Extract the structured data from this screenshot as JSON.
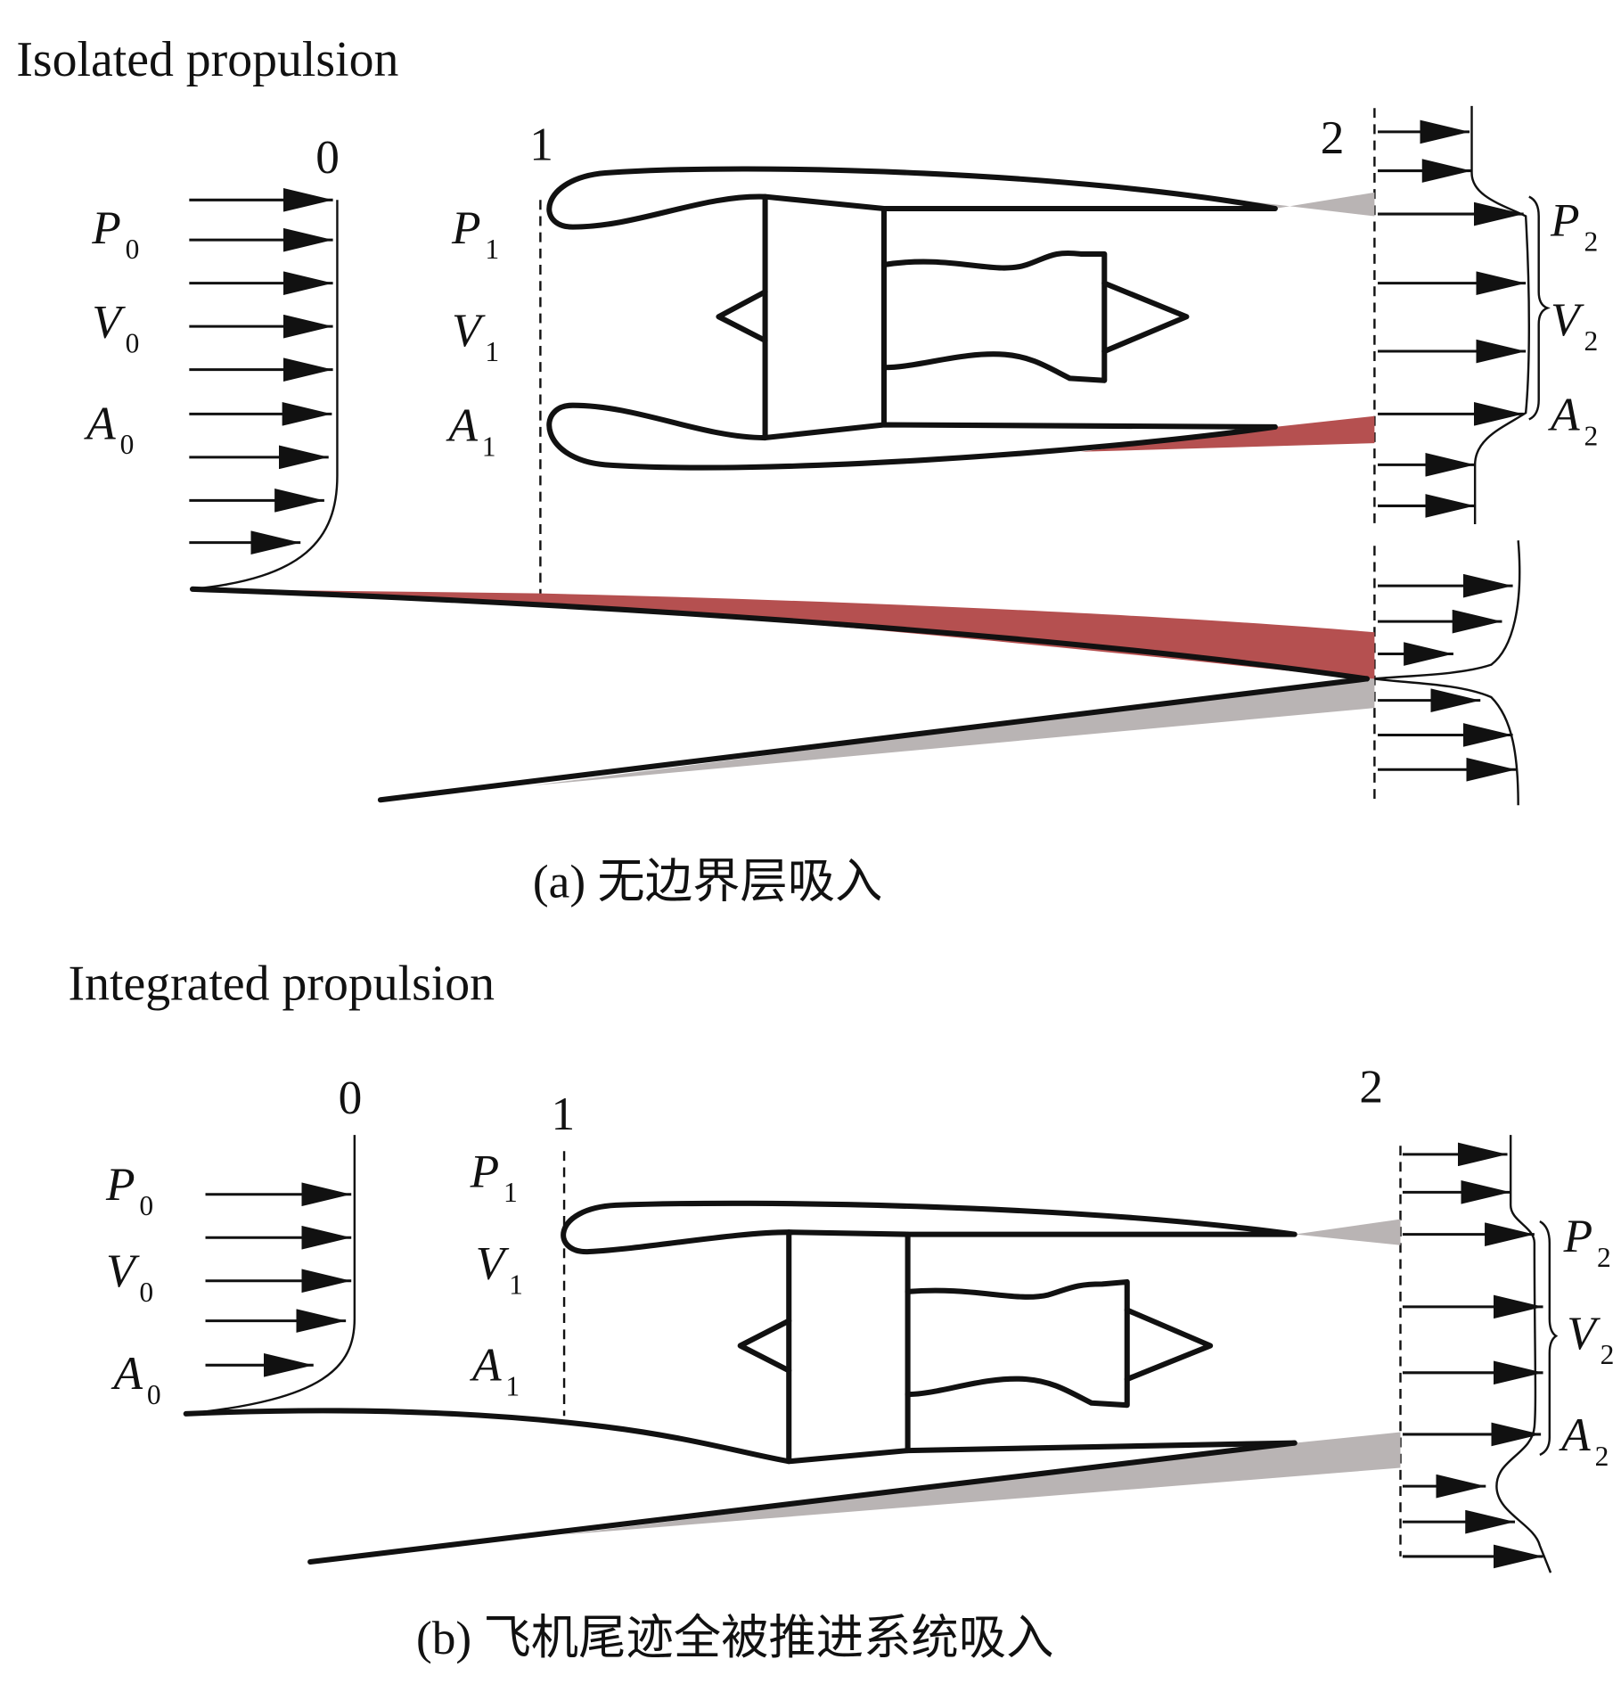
{
  "panel_a": {
    "title": "Isolated propulsion",
    "stations": [
      "0",
      "1",
      "2"
    ],
    "vars0": [
      {
        "v": "P",
        "s": "0"
      },
      {
        "v": "V",
        "s": "0"
      },
      {
        "v": "A",
        "s": "0"
      }
    ],
    "vars1": [
      {
        "v": "P",
        "s": "1"
      },
      {
        "v": "V",
        "s": "1"
      },
      {
        "v": "A",
        "s": "1"
      }
    ],
    "vars2": [
      {
        "v": "P",
        "s": "2"
      },
      {
        "v": "V",
        "s": "2"
      },
      {
        "v": "A",
        "s": "2"
      }
    ],
    "caption": "(a) 无边界层吸入"
  },
  "panel_b": {
    "title": "Integrated propulsion",
    "stations": [
      "0",
      "1",
      "2"
    ],
    "vars0": [
      {
        "v": "P",
        "s": "0"
      },
      {
        "v": "V",
        "s": "0"
      },
      {
        "v": "A",
        "s": "0"
      }
    ],
    "vars1": [
      {
        "v": "P",
        "s": "1"
      },
      {
        "v": "V",
        "s": "1"
      },
      {
        "v": "A",
        "s": "1"
      }
    ],
    "vars2": [
      {
        "v": "P",
        "s": "2"
      },
      {
        "v": "V",
        "s": "2"
      },
      {
        "v": "A",
        "s": "2"
      }
    ],
    "caption": "(b) 飞机尾迹全被推进系统吸入"
  },
  "colors": {
    "wake_red": "#b55050",
    "wake_gray": "#b9b4b4",
    "line": "#111111"
  }
}
